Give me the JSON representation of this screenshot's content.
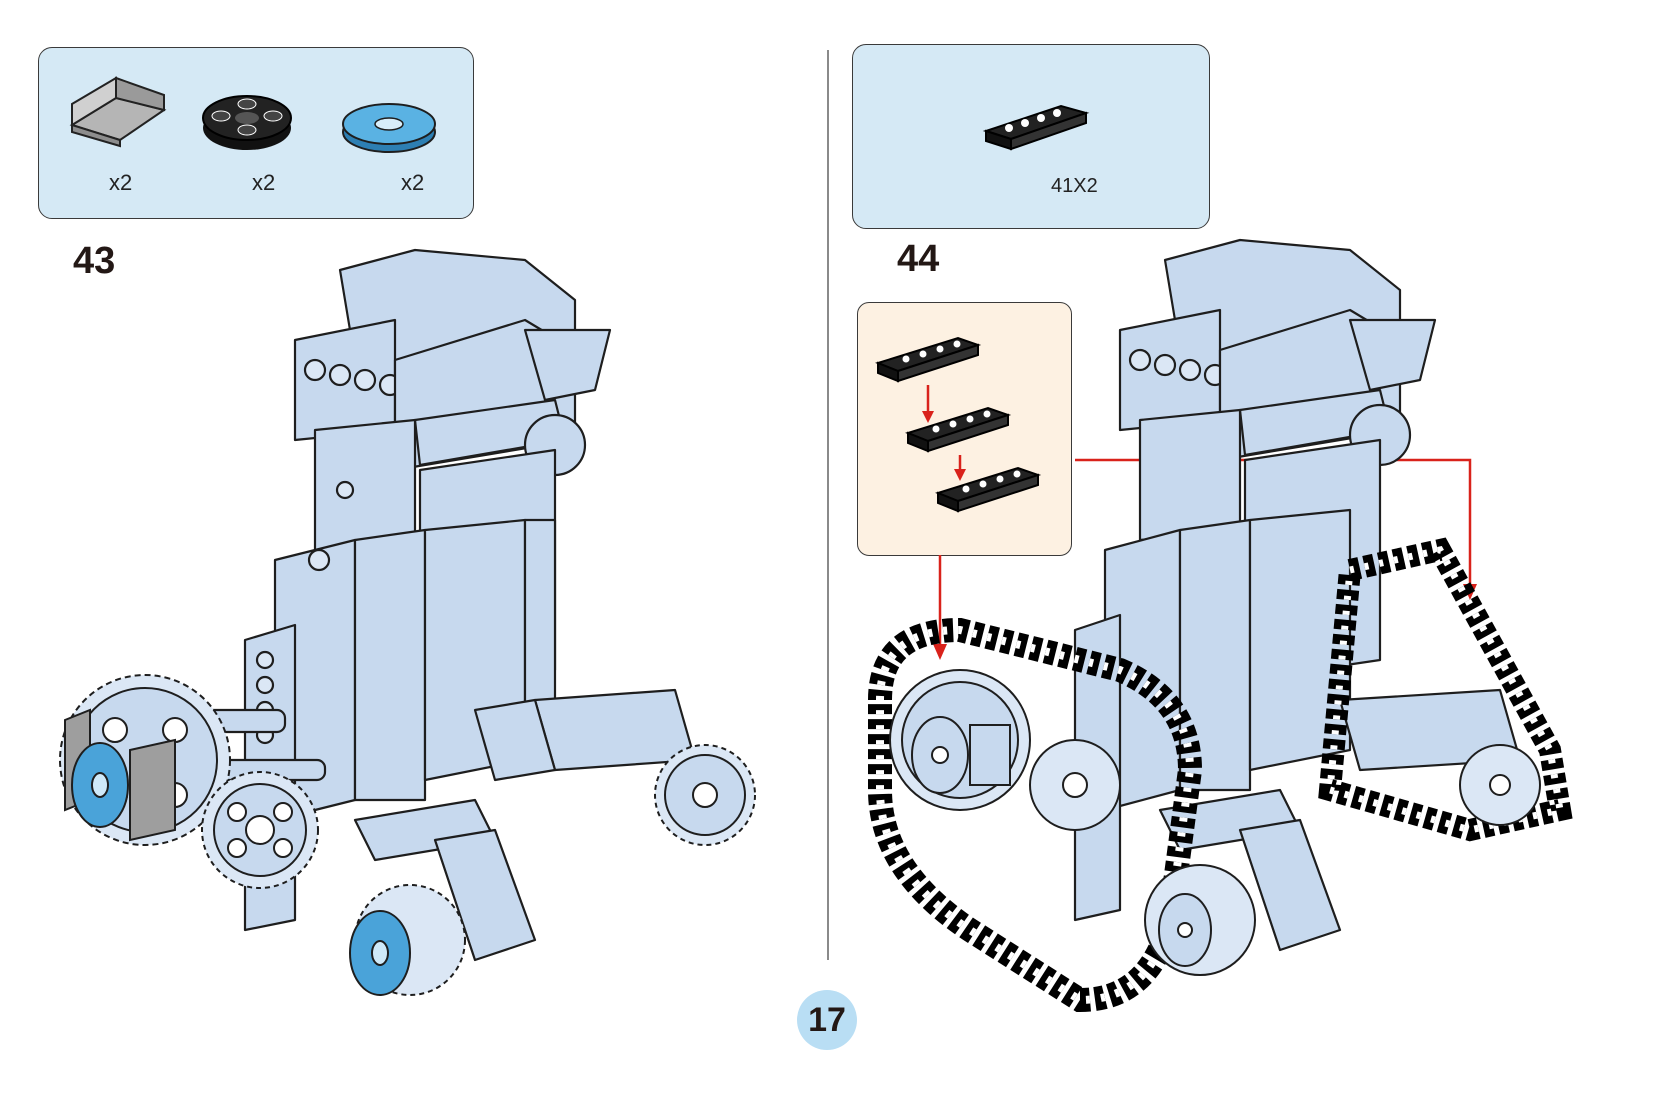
{
  "step_left": {
    "number": "43",
    "parts": [
      {
        "name": "grey-slope-tile",
        "qty": "x2",
        "color": "#a0a0a0"
      },
      {
        "name": "black-round-plate",
        "qty": "x2",
        "color": "#1a1a1a"
      },
      {
        "name": "blue-round-tile",
        "qty": "x2",
        "color": "#4aa3d9"
      }
    ]
  },
  "step_right": {
    "number": "44",
    "parts": [
      {
        "name": "black-track-link",
        "qty": "41X2",
        "color": "#1a1a1a"
      }
    ]
  },
  "page": {
    "number": "17"
  },
  "colors": {
    "model_blue": "#c7d9ee",
    "outline": "#1e1e1e",
    "parts_box_bg": "#d5e9f5",
    "sub_box_bg": "#fdf1e2",
    "arrow_red": "#d9221b",
    "page_circle": "#b9def4"
  }
}
